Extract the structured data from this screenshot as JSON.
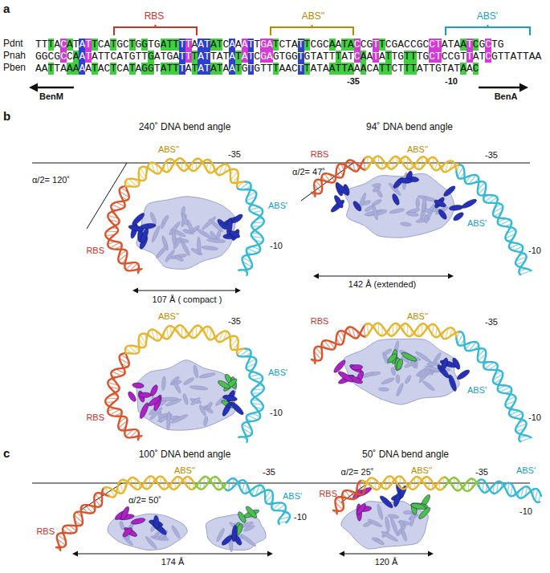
{
  "diagram": {
    "labels": [
      "a",
      "RBS",
      "ABS''",
      "ABS'",
      "Pdnt",
      "TTTACATATTCATGCTGGTGATTTTAATATCAAATTGATCTATTCGCAATACCGTTCGACCGCCTATAATCGCTG",
      "Pnah",
      "GGCGCCAATATTCATGTTGATGATTTATTATATATCGAGTGGTGTATTTATCAATATTGTTTGCTCCGTTATCGTTATTAA",
      "Pben",
      "AATTAAAAATACTCATAGGTATTTATATATAATGTGTTTAACTTATAATTAAACATTCTTTATTGTATAAC",
      "-35",
      "-10",
      "BenM",
      "BenA",
      "b",
      "240˚ DNA bend angle",
      "94˚ DNA bend angle",
      "ABS''",
      "-35",
      "RBS",
      "α/2= 120˚",
      "ABS'",
      "-10",
      "107 Å ( compact )",
      "RBS",
      "ABS''",
      "-35",
      "α/2= 47˚",
      "ABS'",
      "-10",
      "142 Å (extended)",
      "ABS''",
      "-35",
      "RBS",
      "ABS'",
      "-10",
      "RBS",
      "ABS''",
      "-35",
      "ABS'",
      "-10",
      "c",
      "100˚ DNA bend angle",
      "50˚ DNA bend angle",
      "ABS''",
      "-35",
      "α/2= 50˚",
      "RBS",
      "ABS'",
      "-10",
      "174 Å",
      "RBS",
      "ABS''",
      "-35",
      "α/2= 25˚",
      "ABS'",
      "-10",
      "120 Å"
    ]
  }
}
